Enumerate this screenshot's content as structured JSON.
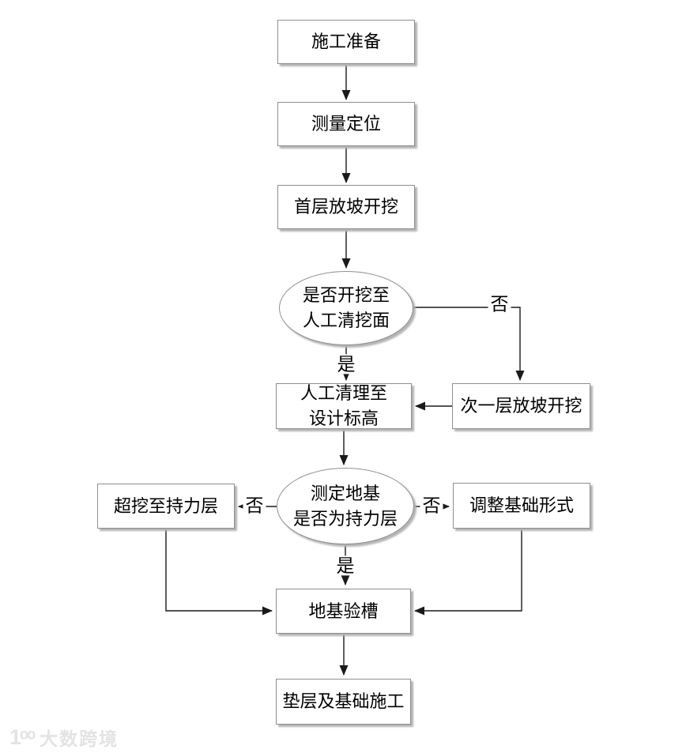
{
  "diagram": {
    "title": "foundation-excavation-construction-flowchart",
    "nodes": {
      "prep": {
        "label": "施工准备"
      },
      "survey": {
        "label": "测量定位"
      },
      "first_excavation": {
        "label": "首层放坡开挖"
      },
      "decision_excavation": {
        "line1": "是否开挖至",
        "line2": "人工清挖面"
      },
      "manual_clean": {
        "line1": "人工清理至",
        "line2": "设计标高"
      },
      "next_excavation": {
        "label": "次一层放坡开挖"
      },
      "decision_bearing": {
        "line1": "测定地基",
        "line2": "是否为持力层"
      },
      "over_excavation": {
        "label": "超挖至持力层"
      },
      "adjust_foundation": {
        "label": "调整基础形式"
      },
      "trench_inspection": {
        "label": "地基验槽"
      },
      "cushion_construction": {
        "label": "垫层及基础施工"
      }
    },
    "edge_labels": {
      "yes1": "是",
      "no1": "否",
      "yes2": "是",
      "no2": "否",
      "no3": "否"
    }
  },
  "watermark": {
    "logo": "1ᵒᵒ",
    "text": "大数跨境"
  },
  "colors": {
    "line": "#1a1a1a",
    "node_border": "#8f8f8f",
    "node_shadow": "#b4b4b4",
    "watermark": "#e3e3e3",
    "background": "#ffffff"
  }
}
